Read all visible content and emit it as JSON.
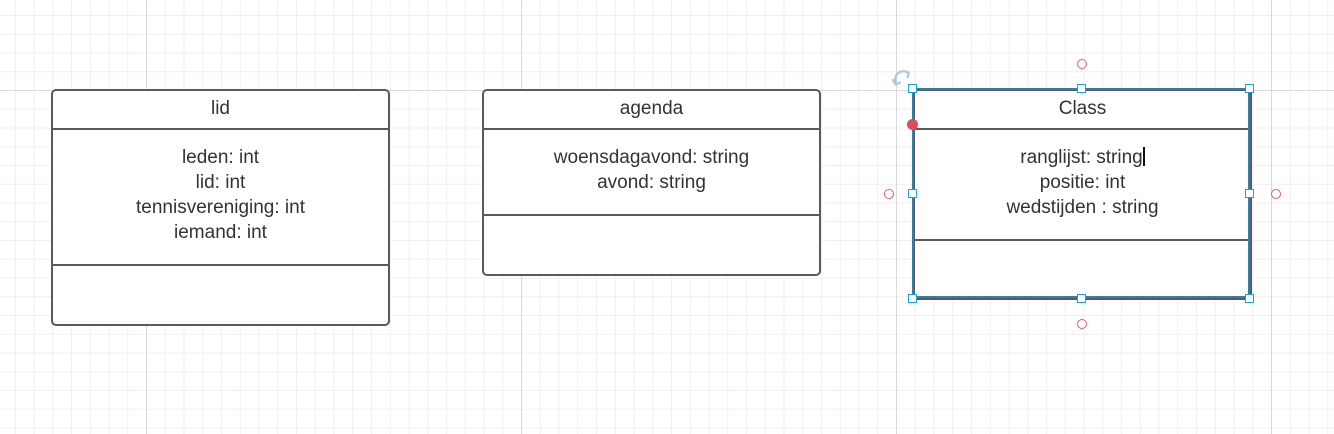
{
  "classes": [
    {
      "title": "lid",
      "attributes": [
        "leden: int",
        "lid: int",
        "tennisvereniging: int",
        "iemand: int"
      ]
    },
    {
      "title": "agenda",
      "attributes": [
        "woensdagavond: string",
        "avond: string"
      ]
    },
    {
      "title": "Class",
      "attributes": [
        "ranglijst: string",
        "positie: int",
        "wedstijden : string"
      ]
    }
  ],
  "colors": {
    "selection": "#2f7fb0",
    "handle": "#1aa3d9",
    "connection_point": "#e35d6a",
    "box_border": "#5a5a5a"
  },
  "icons": [
    "rotate-handle-icon"
  ]
}
